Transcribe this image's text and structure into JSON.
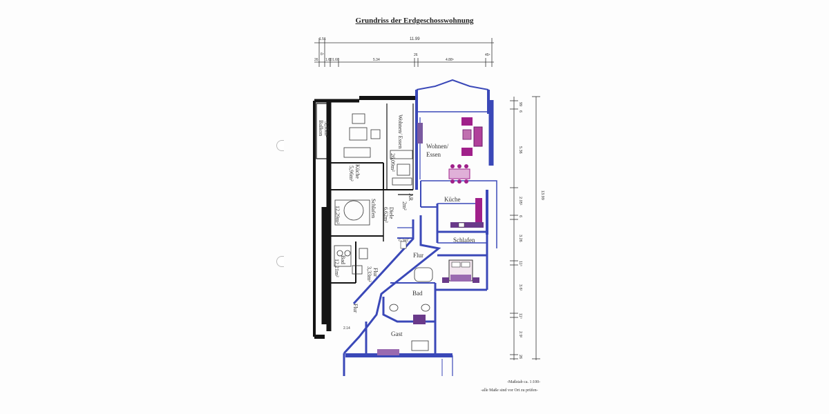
{
  "title": "Grundriss der Erdgeschosswohnung",
  "top_dimensions": {
    "overall": "11.99",
    "row1": [
      "1.51",
      "6⁵"
    ],
    "row2": [
      "26",
      "1.60",
      "1.60",
      "5.34",
      "26",
      "4.88⁵",
      "45⁵"
    ]
  },
  "right_dimensions": {
    "segments": [
      "99",
      "6",
      "5.36",
      "2.05¹",
      "6",
      "3.26",
      "11⁵",
      "3.6¹",
      "11⁵",
      "2.9¹",
      "26"
    ],
    "overall": "13.99"
  },
  "original_rooms": {
    "balkon": {
      "name": "Balkon",
      "area": "3,35m²"
    },
    "wohnen": {
      "name": "Wohnen/ Essen",
      "area": "26,09m²"
    },
    "kueche": {
      "name": "Küche",
      "area": "5,96m²"
    },
    "schlafen": {
      "name": "Schlafen",
      "area": "12,29m²"
    },
    "diele": {
      "name": "Diele",
      "area": "6,62m²"
    },
    "ar": {
      "name": "AR",
      "area": "2m²"
    },
    "bad": {
      "name": "Bad",
      "area": "12,21m²"
    },
    "flur": {
      "name": "Flur",
      "area": "3,33m²"
    },
    "flur2": {
      "name": "Flur"
    },
    "dim_214": "2.14"
  },
  "new_rooms": {
    "wohnen": "Wohnen/ Essen",
    "kueche": "Küche",
    "schlafen": "Schlafen",
    "gwc": "G.WC",
    "flur": "Flur",
    "bad": "Bad",
    "gast": "Gast"
  },
  "notes": {
    "scale": "-Maßstab ca. 1:100-",
    "check": "-alle Maße sind vor Ort zu prüfen-"
  },
  "colors": {
    "wall_blue": "#3a48b8",
    "wall_black": "#141414",
    "furniture_magenta": "#a0208a",
    "furniture_purple": "#6a3a8a"
  }
}
